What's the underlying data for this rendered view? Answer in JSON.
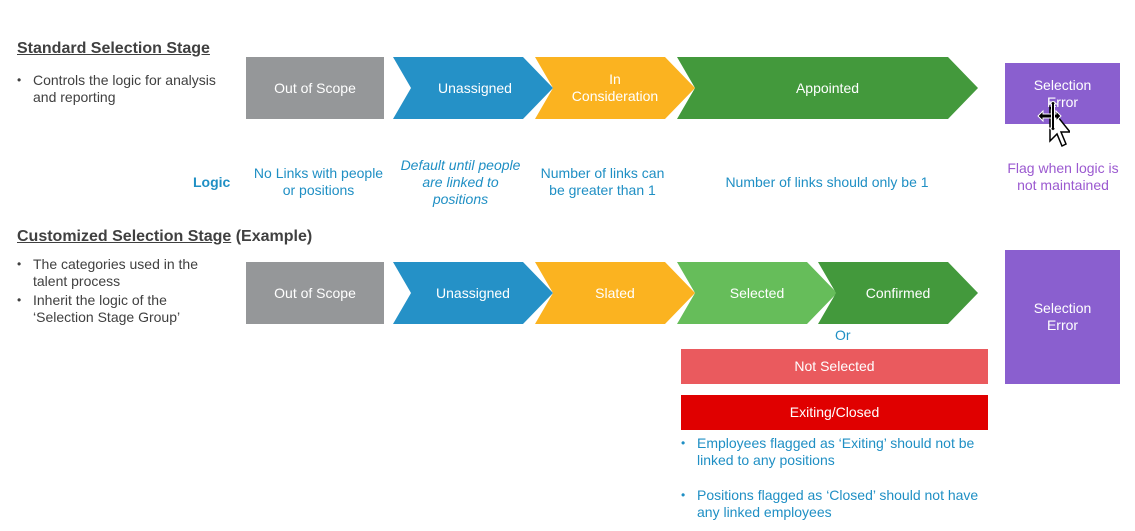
{
  "standard": {
    "title": "Standard Selection Stage",
    "bullets": [
      "Controls the logic for analysis and reporting"
    ],
    "stages": [
      {
        "label": "Out of Scope",
        "color": "#959799"
      },
      {
        "label": "Unassigned",
        "color": "#2591c7"
      },
      {
        "label": "In Consideration",
        "color": "#fbb320"
      },
      {
        "label": "Appointed",
        "color": "#43993c"
      }
    ],
    "error": {
      "label": "Selection Error",
      "color": "#8a5fcf"
    }
  },
  "logic": {
    "label": "Logic",
    "items": [
      "No Links with people or positions",
      "Default until people are linked to positions",
      "Number of links can be greater than 1",
      "Number of links should only be 1"
    ],
    "error_note": "Flag when logic is not maintained"
  },
  "customized": {
    "title": "Customized Selection Stage",
    "title_suffix": " (Example)",
    "bullets": [
      "The categories used in the talent process",
      "Inherit the logic of the ‘Selection Stage Group’"
    ],
    "stages": [
      {
        "label": "Out of Scope",
        "color": "#959799"
      },
      {
        "label": "Unassigned",
        "color": "#2591c7"
      },
      {
        "label": "Slated",
        "color": "#fbb320"
      },
      {
        "label": "Selected",
        "color": "#66bd5a"
      },
      {
        "label": "Confirmed",
        "color": "#43993c"
      }
    ],
    "or_label": "Or",
    "not_selected": {
      "label": "Not Selected",
      "color": "#ea5a5e"
    },
    "exiting": {
      "label": "Exiting/Closed",
      "color": "#e00000"
    },
    "error": {
      "label": "Selection Error",
      "color": "#8a5fcf"
    },
    "notes": [
      "Employees flagged as ‘Exiting’ should not be linked to any positions",
      "Positions flagged as ‘Closed’ should not have any linked employees"
    ]
  }
}
